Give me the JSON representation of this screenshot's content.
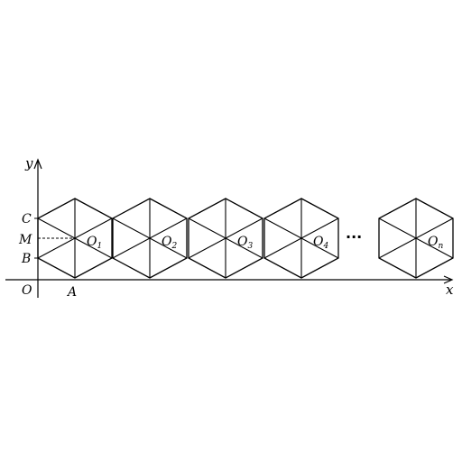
{
  "axes": {
    "x_label": "x",
    "y_label": "y",
    "origin_label": "O"
  },
  "points": {
    "A": "A",
    "B": "B",
    "C": "C",
    "M": "M"
  },
  "hexagons": [
    {
      "label": "O",
      "subscript": "1"
    },
    {
      "label": "O",
      "subscript": "2"
    },
    {
      "label": "O",
      "subscript": "3"
    },
    {
      "label": "O",
      "subscript": "4"
    },
    {
      "label": "O",
      "subscript": "n"
    }
  ],
  "ellipsis": "···",
  "colors": {
    "stroke": "#000000",
    "background": "#ffffff"
  }
}
